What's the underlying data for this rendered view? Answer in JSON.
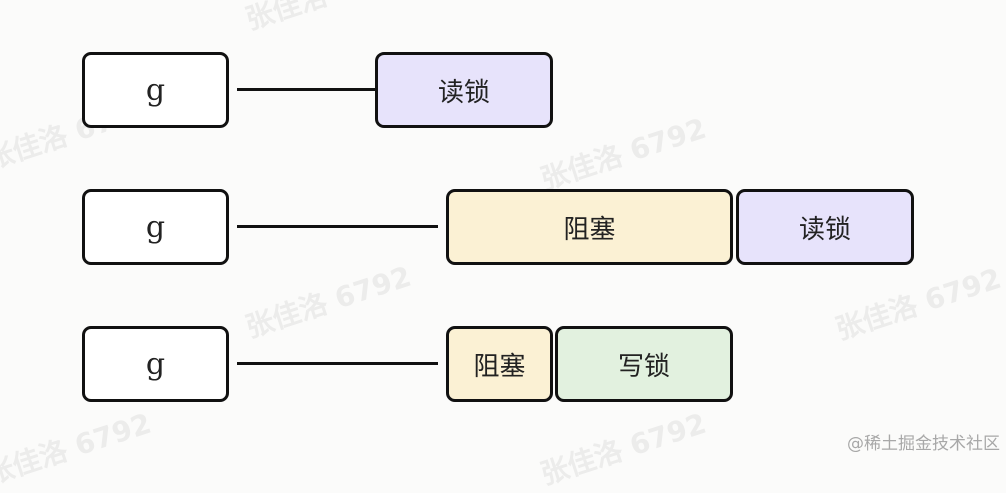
{
  "rows": [
    {
      "goroutine": "g",
      "segments": [
        {
          "label": "读锁",
          "kind": "read"
        }
      ]
    },
    {
      "goroutine": "g",
      "segments": [
        {
          "label": "阻塞",
          "kind": "block"
        },
        {
          "label": "读锁",
          "kind": "read"
        }
      ]
    },
    {
      "goroutine": "g",
      "segments": [
        {
          "label": "阻塞",
          "kind": "block"
        },
        {
          "label": "写锁",
          "kind": "write"
        }
      ]
    }
  ],
  "watermark": "张佳洛 6792",
  "credit": "@稀土掘金技术社区",
  "colors": {
    "read": "#e7e3fb",
    "block": "#fbf1d4",
    "write": "#e2f1df",
    "stroke": "#111111"
  }
}
